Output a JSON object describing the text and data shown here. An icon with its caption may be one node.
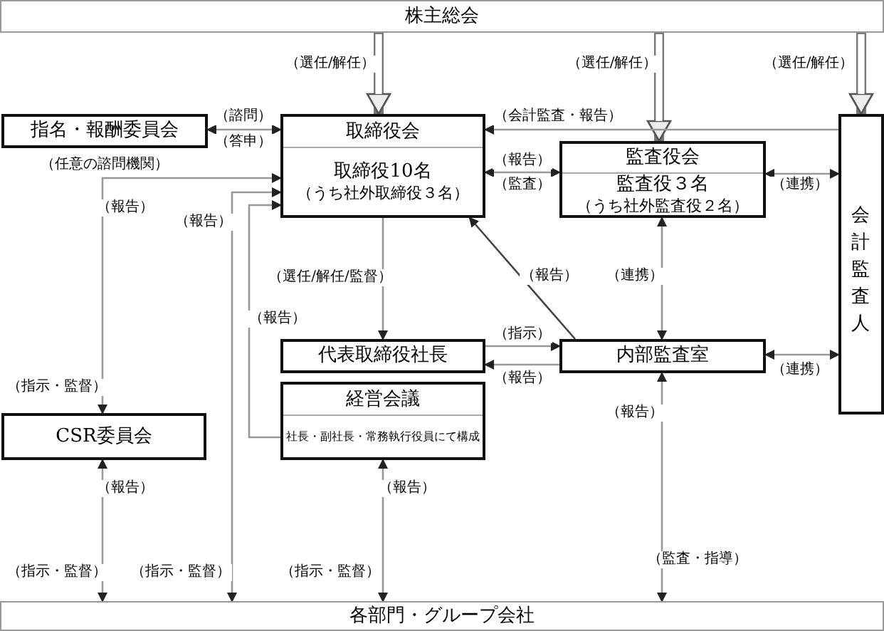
{
  "diagram": {
    "nodes": [
      {
        "text": [
          "株主総会"
        ]
      },
      {
        "text": [
          "取締役会",
          "取締役10名",
          "（うち社外取締役３名）"
        ]
      },
      {
        "text": [
          "指名・報酬委員会"
        ],
        "beside": [
          "（任意の諮問機関）"
        ]
      },
      {
        "text": [
          "監査役会",
          "監査役３名",
          "（うち社外監査役２名）"
        ]
      },
      {
        "text": [
          "会計監査人"
        ]
      },
      {
        "text": [
          "代表取締役社長"
        ]
      },
      {
        "text": [
          "経営会議",
          "社長・副社長・常務執行役員にて構成"
        ]
      },
      {
        "text": [
          "内部監査室"
        ]
      },
      {
        "text": [
          "CSR委員会"
        ]
      },
      {
        "text": [
          "各部門・グループ会社"
        ]
      }
    ],
    "edges": [
      {
        "from": 0,
        "to": 1,
        "arrow": "to",
        "label": "（選任/解任）",
        "style": "thick"
      },
      {
        "from": 0,
        "to": 3,
        "arrow": "to",
        "label": "（選任/解任）",
        "style": "thick"
      },
      {
        "from": 0,
        "to": 4,
        "arrow": "to",
        "label": "（選任/解任）",
        "style": "thick"
      },
      {
        "from": 1,
        "to": 2,
        "arrow": "both",
        "label": "（諮問）"
      },
      {
        "from": 4,
        "to": 1,
        "arrow": "to",
        "label": "（会計監査・報告）"
      },
      {
        "from": 1,
        "to": 3,
        "arrow": "both",
        "label": "（報告）"
      },
      {
        "from": 3,
        "to": 4,
        "arrow": "both",
        "label": "（連携）"
      },
      {
        "from": 1,
        "to": 8,
        "arrow": "both",
        "label": "（報告）"
      },
      {
        "from": 1,
        "to": 9,
        "arrow": "both",
        "label": "（報告）"
      },
      {
        "from": 6,
        "to": 1,
        "arrow": "to",
        "label": "（報告）"
      },
      {
        "from": 1,
        "to": 5,
        "arrow": "to",
        "label": "（選任/解任/監督）"
      },
      {
        "from": 7,
        "to": 1,
        "arrow": "to",
        "label": "（報告）"
      },
      {
        "from": 3,
        "to": 7,
        "arrow": "both",
        "label": "（連携）"
      },
      {
        "from": 5,
        "to": 7,
        "arrow": "to",
        "label": "（指示）"
      },
      {
        "from": 7,
        "to": 5,
        "arrow": "to",
        "label": "（報告）"
      },
      {
        "from": 7,
        "to": 4,
        "arrow": "both",
        "label": "（連携）"
      },
      {
        "from": 8,
        "to": 9,
        "arrow": "both",
        "label": "（報告）"
      },
      {
        "from": 6,
        "to": 9,
        "arrow": "both",
        "label": "（報告）"
      },
      {
        "from": 7,
        "to": 9,
        "arrow": "both",
        "label": "（報告）"
      }
    ],
    "labels": [
      "（答申）",
      "（監査）",
      "（指示・監督）",
      "（指示・監督）",
      "（指示・監督）",
      "（指示・監督）",
      "（監査・指導）"
    ]
  }
}
